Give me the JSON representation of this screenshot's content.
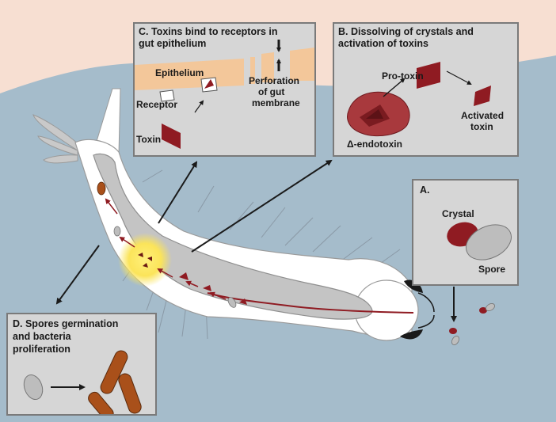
{
  "colors": {
    "sky": "#f7dfd2",
    "water": "#a5bccb",
    "larva_body": "#ffffff",
    "gut": "#c4c4c4",
    "crystal": "#8f1b22",
    "spore": "#bdbdbd",
    "bacteria": "#a9501a",
    "epithelium": "#f3c79a",
    "panel": "#d6d6d6",
    "glow": "#fff07a"
  },
  "panel_a": {
    "title": "A.",
    "crystal_label": "Crystal",
    "spore_label": "Spore"
  },
  "panel_b": {
    "title_line1": "B. Dissolving of crystals and",
    "title_line2": "activation of toxins",
    "protoxin_label": "Pro-toxin",
    "endotoxin_label": "Δ-endotoxin",
    "activated_line1": "Activated",
    "activated_line2": "toxin"
  },
  "panel_c": {
    "title_line1": "C. Toxins bind to receptors in",
    "title_line2": "gut epithelium",
    "epithelium_label": "Epithelium",
    "receptor_label": "Receptor",
    "toxin_label": "Toxin",
    "perforation_line1": "Perforation",
    "perforation_line2": "of gut",
    "perforation_line3": "membrane"
  },
  "panel_d": {
    "title_line1": "D. Spores germination",
    "title_line2": "and bacteria",
    "title_line3": "proliferation"
  }
}
